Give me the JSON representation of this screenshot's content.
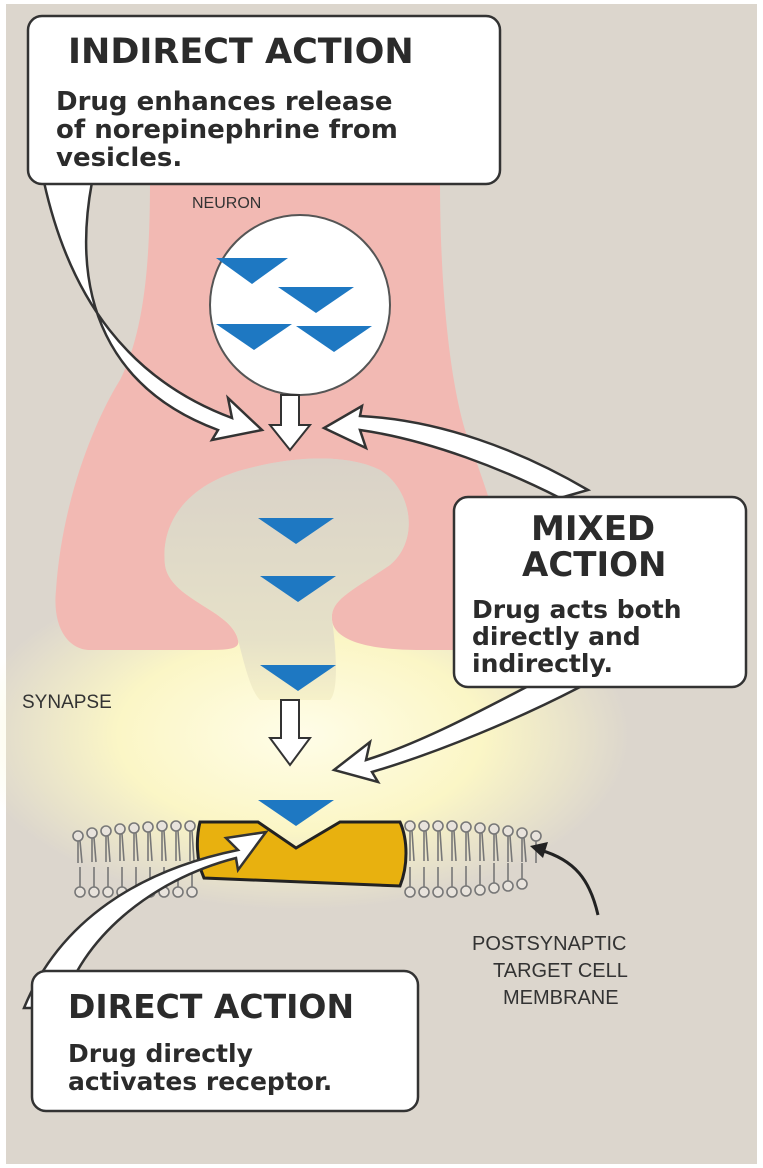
{
  "colors": {
    "background": "#dcd6cd",
    "neuron": "#f2b9b3",
    "synapse_glow": "#fbf6c6",
    "neurotransmitter": "#1e78c2",
    "receptor": "#e8b10f",
    "callout_fill": "#ffffff",
    "callout_stroke": "#333333"
  },
  "labels": {
    "neuron": "NEURON",
    "synapse": "SYNAPSE",
    "membrane_line1": "POSTSYNAPTIC",
    "membrane_line2": "TARGET CELL",
    "membrane_line3": "MEMBRANE"
  },
  "callouts": {
    "indirect": {
      "title": "INDIRECT ACTION",
      "line1": "Drug enhances release",
      "line2": "of norepinephrine from",
      "line3": "vesicles."
    },
    "mixed": {
      "title_line1": "MIXED",
      "title_line2": "ACTION",
      "line1": "Drug acts both",
      "line2": "directly and",
      "line3": "indirectly."
    },
    "direct": {
      "title": "DIRECT ACTION",
      "line1": "Drug directly",
      "line2": "activates receptor."
    }
  },
  "icons": {
    "neurotransmitter": "blue-triangle-icon",
    "flow_arrow": "hollow-down-arrow-icon",
    "pointer_arrow": "curved-white-arrow-icon"
  }
}
